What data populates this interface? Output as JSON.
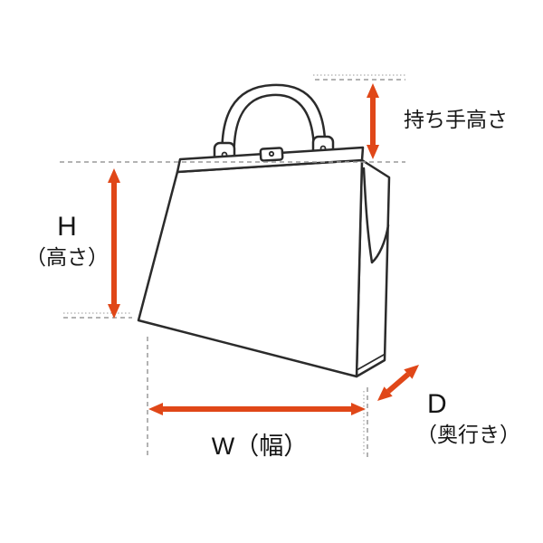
{
  "diagram": {
    "subject": "handbag-dimension-diagram",
    "labels": {
      "handle_height": "持ち手高さ",
      "height_letter": "H",
      "height_caption": "（高さ）",
      "width": "W（幅）",
      "depth_letter": "D",
      "depth_caption": "（奥行き）"
    },
    "colors": {
      "arrow": "#e04718",
      "line": "#2b2b2b",
      "guide": "#9a9a9a"
    }
  }
}
